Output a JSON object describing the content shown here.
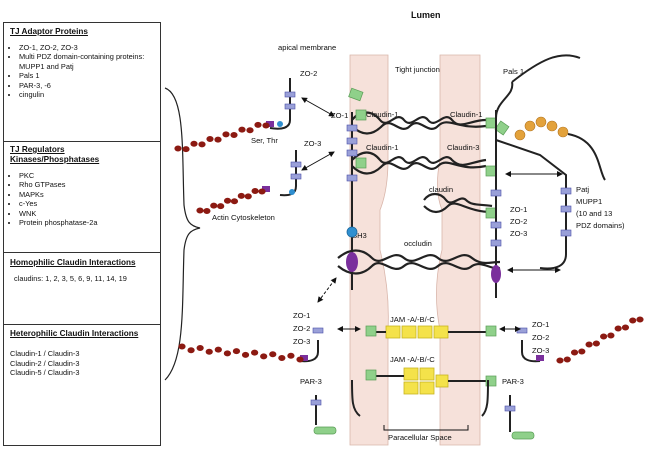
{
  "title": "Lumen",
  "panel": {
    "adaptor": {
      "heading": "TJ Adaptor Proteins",
      "items": [
        "ZO-1, ZO-2, ZO-3",
        "Multi PDZ domain-containing proteins: MUPP1 and Patj",
        "Pals 1",
        "PAR-3, -6",
        "cingulin"
      ]
    },
    "regulators": {
      "heading": "TJ Regulators Kinases/Phosphatases",
      "items": [
        "PKC",
        "Rho GTPases",
        "MAPKs",
        "c-Yes",
        "WNK",
        "Protein phosphatase-2a"
      ]
    },
    "homophilic": {
      "heading": "Homophilic Claudin Interactions",
      "text": "claudins: 1, 2, 3, 5, 6, 9, 11, 14, 19"
    },
    "heterophilic": {
      "heading": "Heterophilic Claudin Interactions",
      "lines": [
        "Claudin-1 / Claudin-3",
        "Claudin-2 / Claudin-3",
        "Claudin-5 / Claudin-3"
      ]
    }
  },
  "labels": {
    "apical_membrane": "apical membrane",
    "tight_junction": "Tight junction",
    "pals1": "Pals 1",
    "zo2_top": "ZO-2",
    "zo1_left": "ZO-1",
    "zo3_left": "ZO-3",
    "ser_thr": "Ser, Thr",
    "actin": "Actin Cytoskeleton",
    "claudin1_a": "Claudin-1",
    "claudin1_b": "Claudin-1",
    "claudin1_c": "Claudin-1",
    "claudin3": "Claudin-3",
    "claudin": "claudin",
    "zo1_right": "ZO-1",
    "zo2_right": "ZO-2",
    "zo3_right": "ZO-3",
    "patj_lines": [
      "Patj",
      "MUPP1",
      "(10 and 13",
      "PDZ domains)"
    ],
    "sh3": "SH3",
    "occludin": "occludin",
    "jam_top": "JAM -A/-B/-C",
    "jam_bottom": "JAM -A/-B/-C",
    "zo_low_left": [
      "ZO-1",
      "ZO-2",
      "ZO-3"
    ],
    "zo_low_right": [
      "ZO-1",
      "ZO-2",
      "ZO-3"
    ],
    "par3_left": "PAR-3",
    "par3_right": "PAR-3",
    "paracellular": "Paracellular Space"
  },
  "colors": {
    "membrane": "#f6e1da",
    "membrane_edge": "#d9b6ab",
    "actin": "#8c1a12",
    "adaptor": "#4b4fa8",
    "pdz": "#9aa0d8",
    "claudin_loop": "#222222",
    "jam": "#f4e24a",
    "box_green": "#8fd08a",
    "bead": "#e3a23b",
    "purple": "#7a2f9c",
    "sh3": "#2f8fd0"
  }
}
